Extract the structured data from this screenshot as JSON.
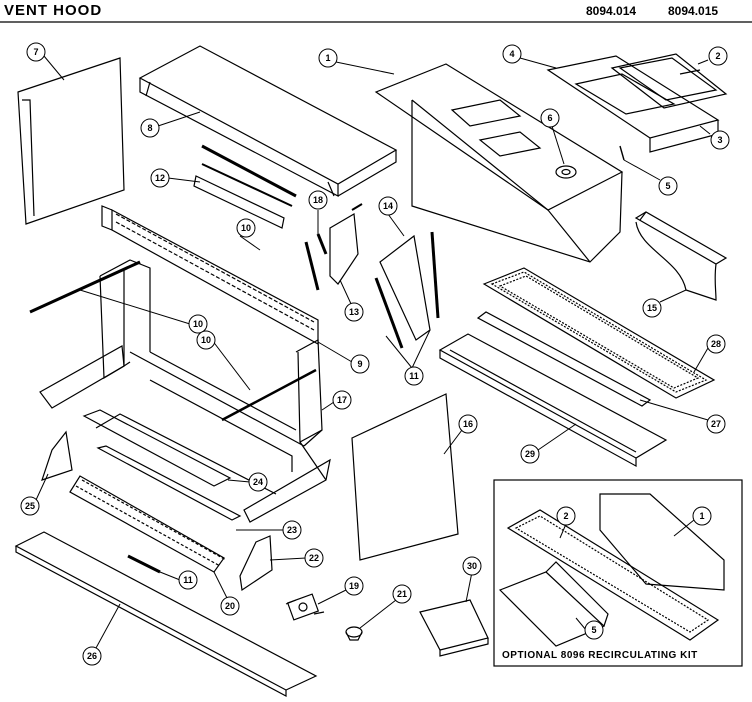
{
  "header": {
    "title": "VENT HOOD",
    "model_1": "8094.014",
    "model_2": "8094.015"
  },
  "kit": {
    "label": "OPTIONAL 8096 RECIRCULATING KIT"
  },
  "callouts": [
    "7",
    "8",
    "12",
    "10",
    "10",
    "10",
    "18",
    "13",
    "14",
    "1",
    "4",
    "2",
    "3",
    "6",
    "5",
    "15",
    "28",
    "27",
    "29",
    "16",
    "17",
    "11",
    "9",
    "24",
    "25",
    "23",
    "22",
    "20",
    "11",
    "26",
    "19",
    "21",
    "30",
    "1",
    "2",
    "5"
  ]
}
